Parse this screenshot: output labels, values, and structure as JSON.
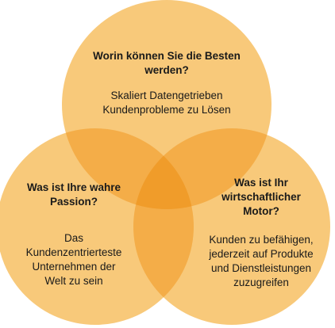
{
  "colors": {
    "circle_fill": "#f8c97a",
    "overlap_two": "#f4ad48",
    "overlap_center": "#f09c2a",
    "background": "#ffffff",
    "text": "#1a1a1a"
  },
  "circles": {
    "top": {
      "title_lines": [
        "Worin können Sie die Besten",
        "werden?"
      ],
      "body_lines": [
        "Skaliert Datengetrieben",
        "Kundenprobleme zu Lösen"
      ]
    },
    "left": {
      "title_lines": [
        "Was ist Ihre wahre",
        "Passion?"
      ],
      "body_lines": [
        "Das",
        "Kundenzentrierteste",
        "Unternehmen der",
        "Welt zu sein"
      ]
    },
    "right": {
      "title_lines": [
        "Was ist Ihr",
        "wirtschaftlicher",
        "Motor?"
      ],
      "body_lines": [
        "Kunden zu befähigen,",
        "jederzeit auf Produkte",
        "und Dienstleistungen",
        "zuzugreifen"
      ]
    }
  }
}
